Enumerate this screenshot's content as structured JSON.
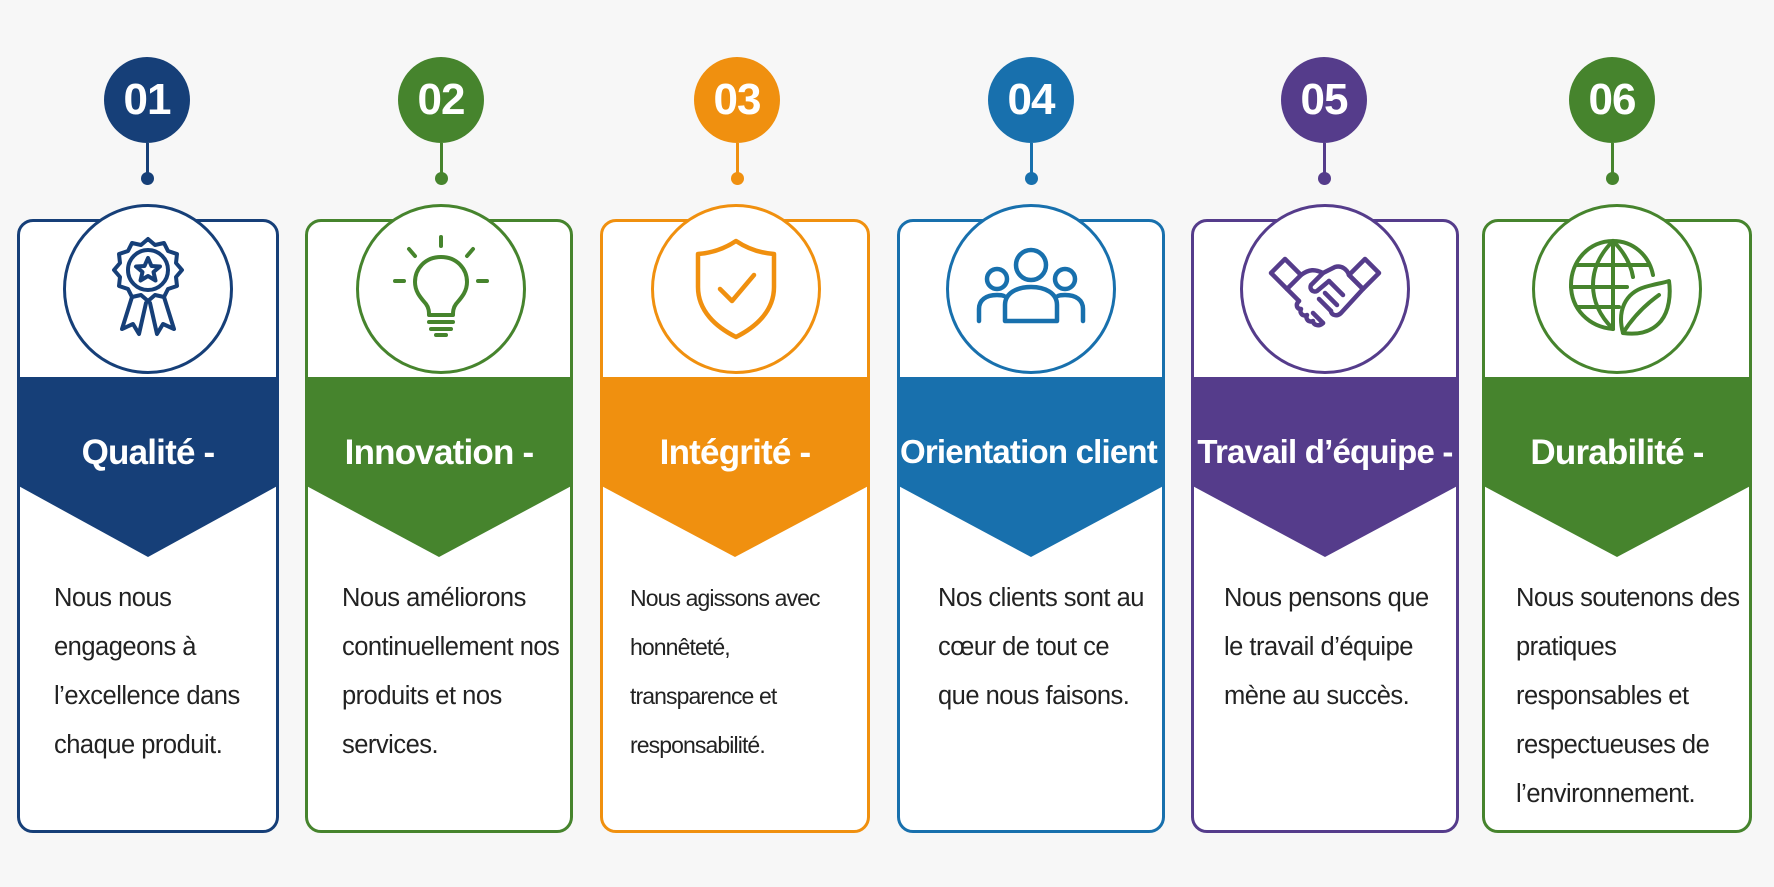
{
  "values": [
    {
      "number": "01",
      "title": "Qualité -",
      "description": "Nous nous engageons à l’excellence dans chaque produit.",
      "color": "#163f78",
      "icon": "award-ribbon-icon"
    },
    {
      "number": "02",
      "title": "Innovation -",
      "description": "Nous améliorons continuellement nos produits et nos services.",
      "color": "#46842d",
      "icon": "lightbulb-icon"
    },
    {
      "number": "03",
      "title": "Intégrité -",
      "description": "Nous agissons avec honnêteté, transparence et responsabilité.",
      "color": "#f0900f",
      "icon": "shield-check-icon"
    },
    {
      "number": "04",
      "title": "Orientation client -",
      "description": "Nos clients sont au cœur de tout ce que nous faisons.",
      "color": "#1870ad",
      "icon": "people-group-icon"
    },
    {
      "number": "05",
      "title": "Travail d’équipe -",
      "description": "Nous pensons que le travail d’équipe mène au succès.",
      "color": "#553c8b",
      "icon": "handshake-icon"
    },
    {
      "number": "06",
      "title": "Durabilité -",
      "description": "Nous soutenons des pratiques responsables et respectueuses de l’environnement.",
      "color": "#46842d",
      "icon": "globe-leaf-icon"
    }
  ]
}
